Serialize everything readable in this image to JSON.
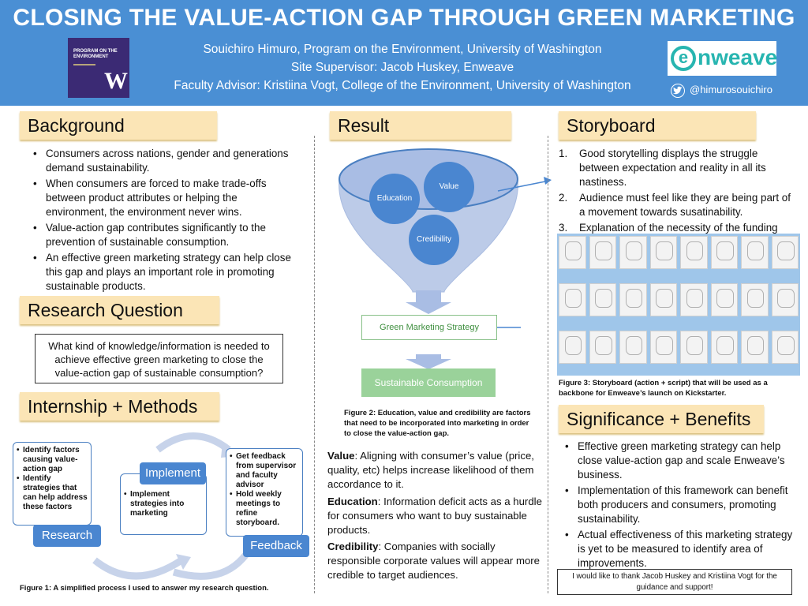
{
  "header": {
    "title": "CLOSING THE VALUE-ACTION GAP THROUGH GREEN MARKETING",
    "authors": [
      "Souichiro Himuro, Program on the Environment, University of Washington",
      "Site Supervisor: Jacob Huskey, Enweave",
      "Faculty Advisor: Kristiina Vogt, College of the Environment, University of Washington"
    ],
    "uw_logo": {
      "program": "PROGRAM ON THE ENVIRONMENT",
      "mark": "W"
    },
    "enweave_logo": {
      "letter": "e",
      "word": "nweave"
    },
    "twitter_handle": "@himurosouichiro",
    "colors": {
      "header_bg": "#4a8fd4",
      "section_bg": "#fbe5b6",
      "circle": "#4a86d0",
      "green": "#9ad29a"
    }
  },
  "background": {
    "heading": "Background",
    "bullets": [
      "Consumers across nations, gender and generations demand sustainability.",
      "When consumers are forced to make trade-offs between product attributes or helping the environment, the environment never wins.",
      "Value-action gap contributes significantly to the prevention of sustainable consumption.",
      "An effective green marketing strategy can help close this gap and plays an important role in promoting sustainable products."
    ]
  },
  "research_question": {
    "heading": "Research Question",
    "text": "What kind of knowledge/information is needed to achieve effective green marketing to close the value-action gap of sustainable consumption?"
  },
  "methods": {
    "heading": "Internship + Methods",
    "research": {
      "label": "Research",
      "items": [
        "Identify factors causing value-action gap",
        "Identify strategies that can help address these factors"
      ]
    },
    "implement": {
      "label": "Implement",
      "items": [
        "Implement strategies into marketing"
      ]
    },
    "feedback": {
      "label": "Feedback",
      "items": [
        "Get feedback from supervisor and faculty advisor",
        "Hold weekly meetings to refine storyboard."
      ]
    },
    "caption_fig": "Figure 1:",
    "caption_text": " A simplified process I used to answer my research question."
  },
  "result": {
    "heading": "Result",
    "circles": {
      "education": "Education",
      "value": "Value",
      "credibility": "Credibility"
    },
    "strategy": "Green Marketing Strategy",
    "consumption": "Sustainable Consumption",
    "caption_fig": "Figure 2:",
    "caption_text": " Education, value and credibility are factors that need to be incorporated into marketing in order to close the value-action gap.",
    "paragraphs": [
      {
        "term": "Value",
        "text": ": Aligning with consumer’s value (price, quality, etc) helps increase likelihood of them accordance to it."
      },
      {
        "term": "Education",
        "text": ": Information deficit acts as a hurdle for consumers who want to buy sustainable products."
      },
      {
        "term": "Credibility",
        "text": ": Companies with socially responsible corporate values will appear more credible to target audiences."
      }
    ]
  },
  "storyboard": {
    "heading": "Storyboard",
    "items": [
      {
        "num": "1.",
        "text": "Good storytelling displays the struggle between expectation and reality in all its nastiness."
      },
      {
        "num": "2.",
        "text": "Audience must feel like they are being part of a movement towards susatinability."
      },
      {
        "num": "3.",
        "text": "Explanation of the necessity of the funding correlates with success of campaign."
      }
    ],
    "caption_fig": "Figure 3:",
    "caption_text": " Storyboard (action + script) that will be used as a backbone for Enweave’s launch on Kickstarter."
  },
  "significance": {
    "heading": "Significance + Benefits",
    "bullets": [
      "Effective green marketing strategy can help close value-action gap and scale Enweave’s business.",
      "Implementation of this framework can benefit both producers and consumers, promoting sustainability.",
      "Actual effectiveness of this marketing strategy is yet to be measured to identify area of improvements."
    ]
  },
  "acknowledgement": "I would like to thank Jacob Huskey and Kristiina Vogt for the guidance and support!"
}
